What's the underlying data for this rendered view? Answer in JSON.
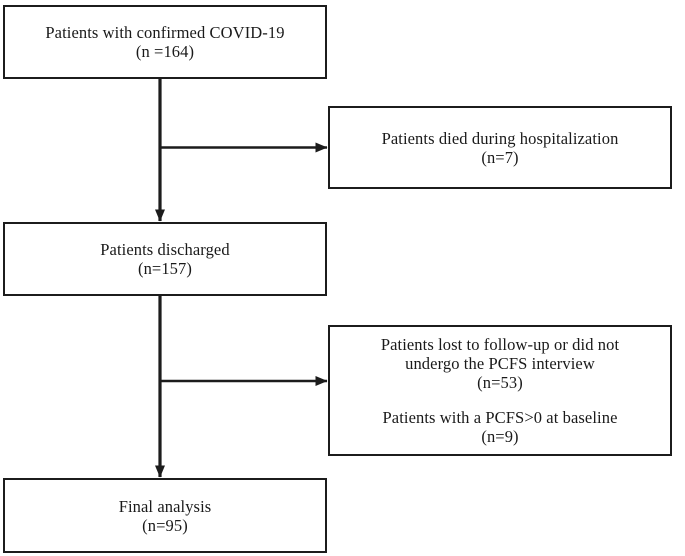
{
  "diagram": {
    "type": "flowchart",
    "orientation": "top-to-bottom",
    "background_color": "#ffffff",
    "line_color": "#1c1c1c",
    "text_color": "#1a1a1a",
    "nodes": {
      "enrolled": {
        "label": "Patients with confirmed COVID-19",
        "count_label": "(n =164)",
        "count": 164
      },
      "died": {
        "label": "Patients died during hospitalization",
        "count_label": "(n=7)",
        "count": 7
      },
      "discharged": {
        "label": "Patients discharged",
        "count_label": "(n=157)",
        "count": 157
      },
      "excluded_followup": {
        "label": "Patients lost to follow-up or did not\nundergo the PCFS interview",
        "count_label": "(n=53)",
        "count": 53
      },
      "excluded_baseline": {
        "label": "Patients with a PCFS>0 at baseline",
        "count_label": "(n=9)",
        "count": 9
      },
      "final": {
        "label": "Final analysis",
        "count_label": "(n=95)",
        "count": 95
      }
    },
    "edges": [
      {
        "from": "enrolled",
        "to": "died",
        "direction": "right"
      },
      {
        "from": "enrolled",
        "to": "discharged",
        "direction": "down"
      },
      {
        "from": "discharged",
        "to": "excluded_followup",
        "direction": "right"
      },
      {
        "from": "discharged",
        "to": "final",
        "direction": "down"
      }
    ]
  }
}
